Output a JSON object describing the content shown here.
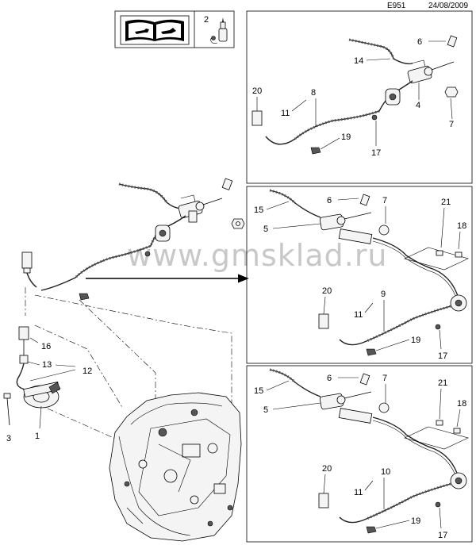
{
  "header": {
    "code": "E951",
    "date": "24/08/2009"
  },
  "watermark": "www.gmsklad.ru",
  "legend": {
    "number": "2"
  },
  "callouts": {
    "main": [
      "16",
      "13",
      "12",
      "3",
      "1"
    ],
    "panel_top": [
      "6",
      "14",
      "20",
      "11",
      "8",
      "4",
      "7",
      "19",
      "17"
    ],
    "panel_mid": [
      "6",
      "7",
      "15",
      "5",
      "21",
      "18",
      "20",
      "11",
      "9",
      "19",
      "17"
    ],
    "panel_bot": [
      "6",
      "7",
      "15",
      "5",
      "21",
      "18",
      "20",
      "11",
      "10",
      "19",
      "17"
    ]
  },
  "icons": [
    "repair-manual-icon",
    "grease-tube-icon",
    "gearbox-housing",
    "clutch-pipe-assembly"
  ]
}
